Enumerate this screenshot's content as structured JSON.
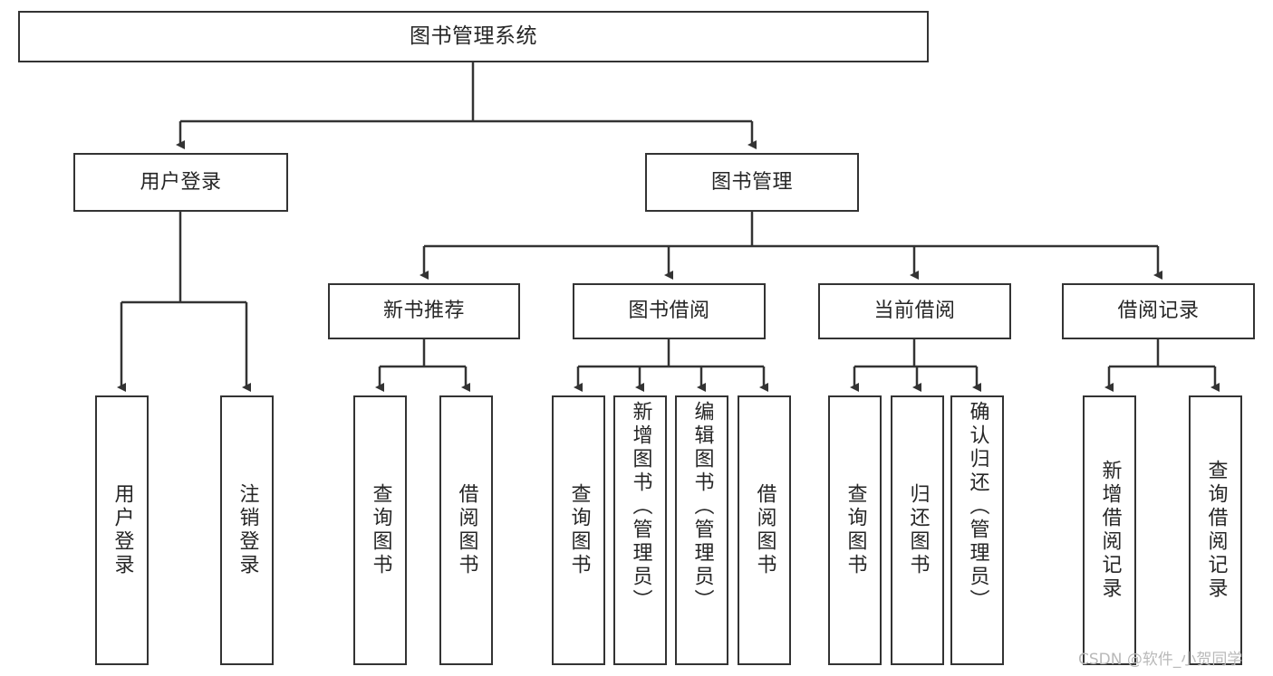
{
  "diagram": {
    "type": "tree",
    "title": "图书管理系统",
    "watermark": "CSDN @软件_小贺同学",
    "colors": {
      "box_border": "#333333",
      "box_fill": "#ffffff",
      "text": "#262626",
      "edge": "#333333",
      "watermark": "#b9b9b9",
      "background": "#ffffff"
    },
    "nodes": {
      "root": {
        "label": "图书管理系统"
      },
      "level1": [
        {
          "id": "user-login",
          "label": "用户登录"
        },
        {
          "id": "book-manage",
          "label": "图书管理"
        }
      ],
      "level2": [
        {
          "id": "new-book-recommend",
          "label": "新书推荐"
        },
        {
          "id": "book-borrow",
          "label": "图书借阅"
        },
        {
          "id": "current-borrow",
          "label": "当前借阅"
        },
        {
          "id": "borrow-record",
          "label": "借阅记录"
        }
      ],
      "leaves": [
        {
          "id": "leaf-user-login",
          "label": "用户登录",
          "parent": "user-login"
        },
        {
          "id": "leaf-logout",
          "label": "注销登录",
          "parent": "user-login"
        },
        {
          "id": "leaf-query-book-1",
          "label": "查询图书",
          "parent": "new-book-recommend"
        },
        {
          "id": "leaf-borrow-book-1",
          "label": "借阅图书",
          "parent": "new-book-recommend"
        },
        {
          "id": "leaf-query-book-2",
          "label": "查询图书",
          "parent": "book-borrow"
        },
        {
          "id": "leaf-add-book",
          "label": "新增图书（管理员）",
          "parent": "book-borrow"
        },
        {
          "id": "leaf-edit-book",
          "label": "编辑图书（管理员）",
          "parent": "book-borrow"
        },
        {
          "id": "leaf-borrow-book-2",
          "label": "借阅图书",
          "parent": "book-borrow"
        },
        {
          "id": "leaf-query-book-3",
          "label": "查询图书",
          "parent": "current-borrow"
        },
        {
          "id": "leaf-return-book",
          "label": "归还图书",
          "parent": "current-borrow"
        },
        {
          "id": "leaf-confirm-return",
          "label": "确认归还（管理员）",
          "parent": "current-borrow"
        },
        {
          "id": "leaf-add-record",
          "label": "新增借阅记录",
          "parent": "borrow-record"
        },
        {
          "id": "leaf-query-record",
          "label": "查询借阅记录",
          "parent": "borrow-record"
        }
      ]
    }
  }
}
